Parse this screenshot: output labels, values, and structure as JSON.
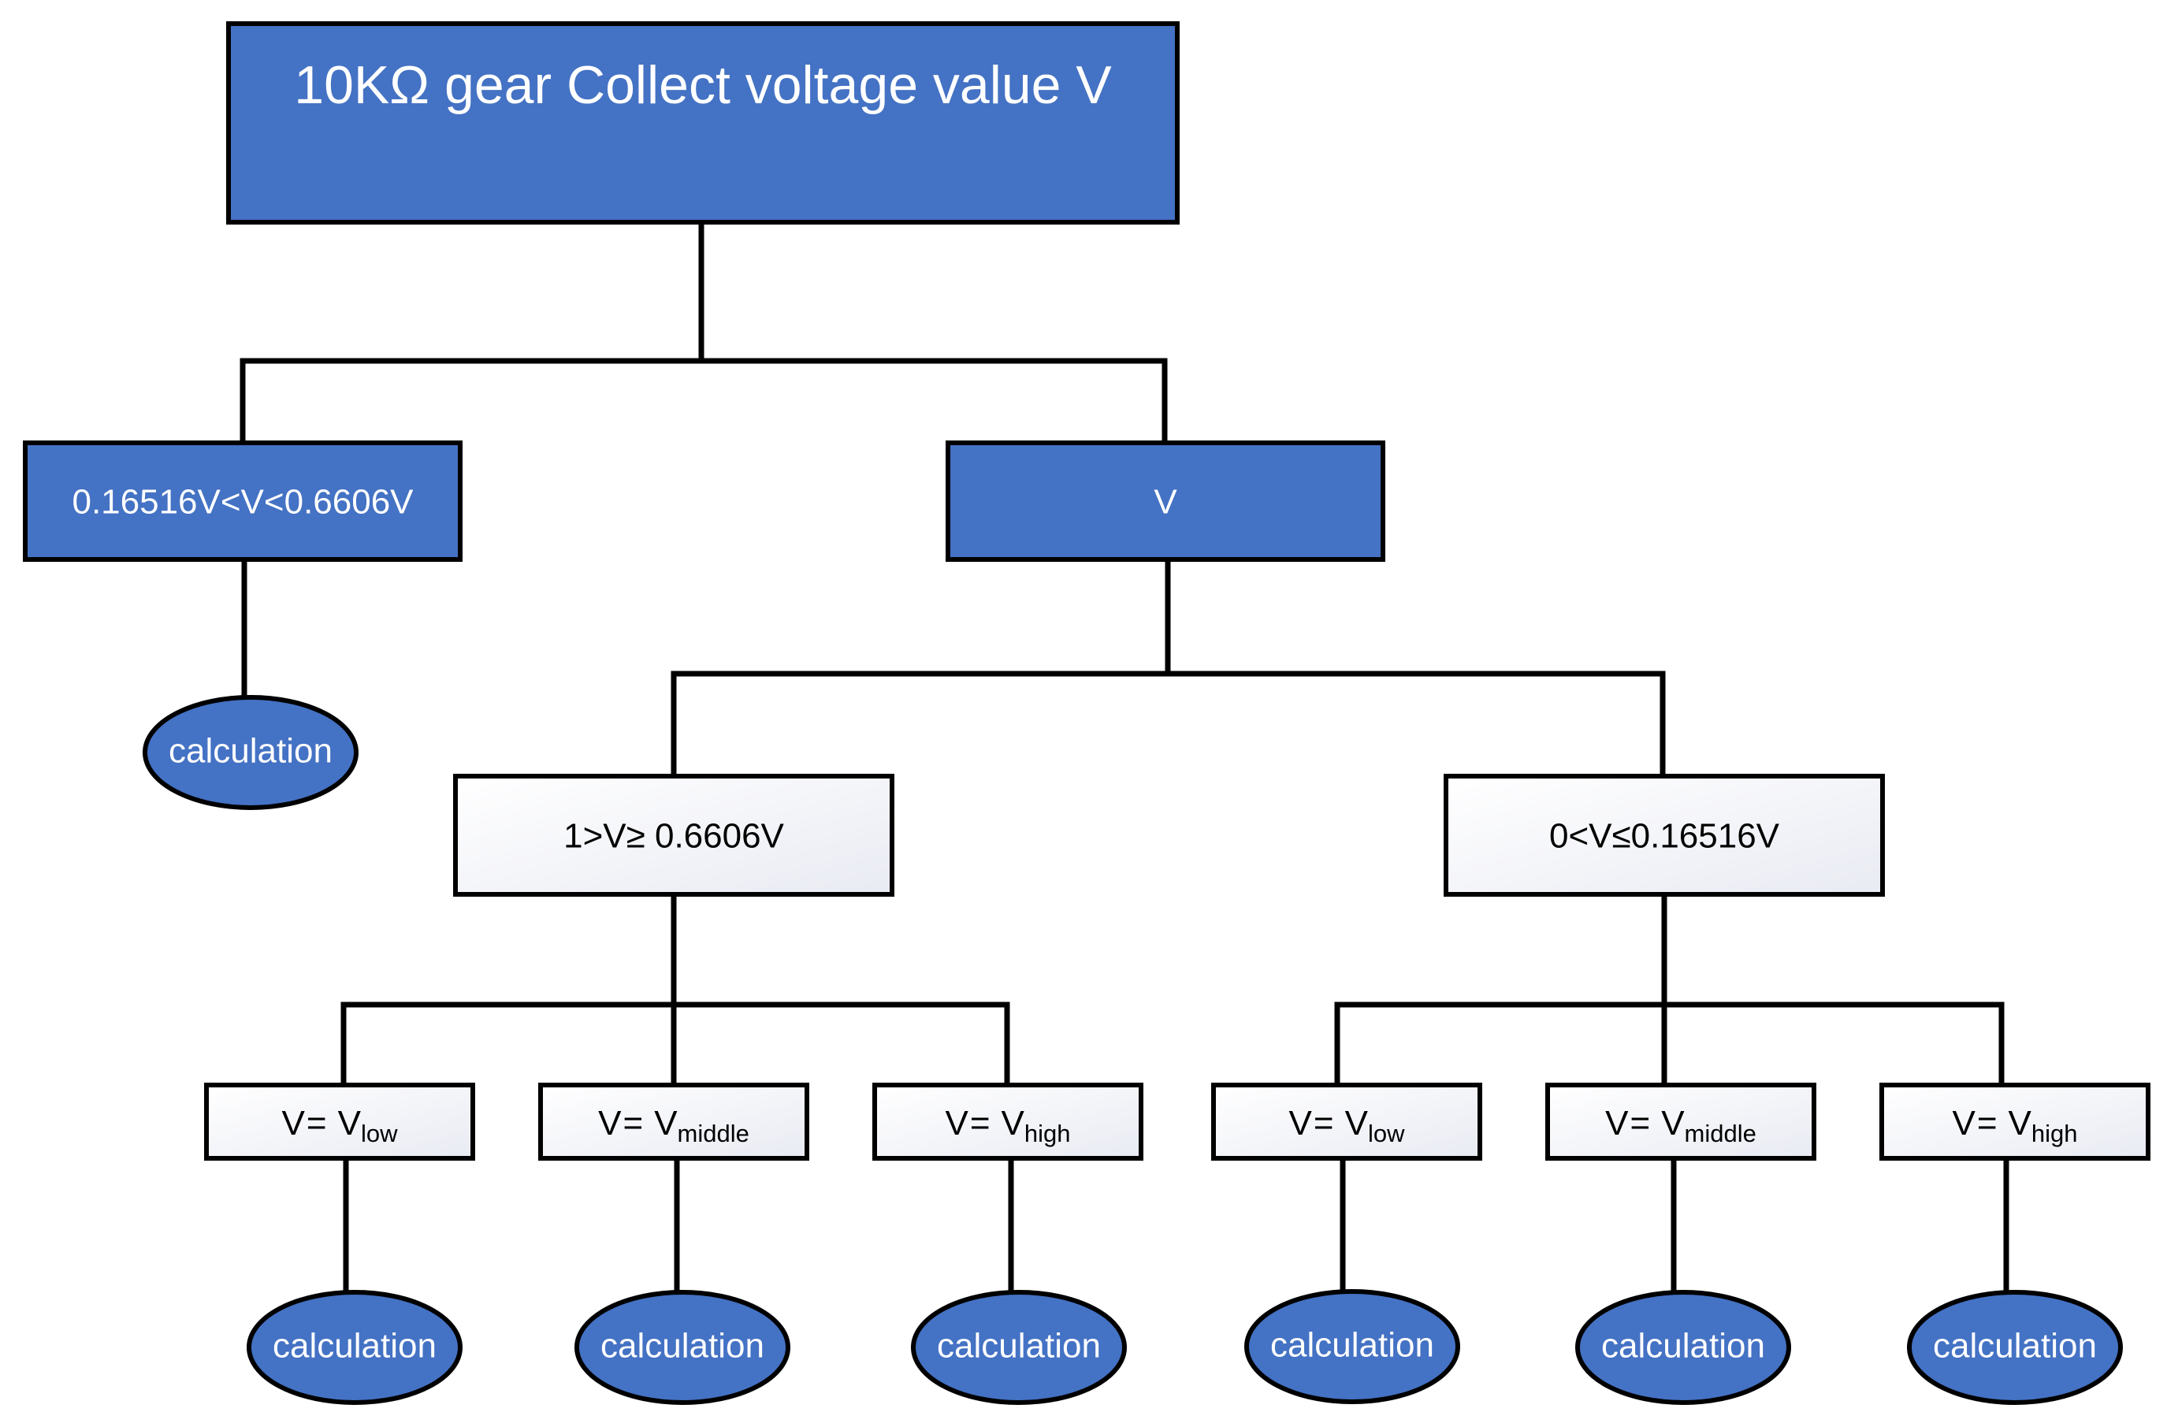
{
  "colors": {
    "node_blue": "#4472c4",
    "stroke": "#000000",
    "node_text_light": "#ffffff",
    "node_text_dark": "#000000"
  },
  "root": {
    "label": "10KΩ gear Collect voltage value V"
  },
  "branch_a": {
    "label": "0.16516V<V<0.6606V",
    "leaf": "calculation"
  },
  "branch_b": {
    "label": "V"
  },
  "branch_b1": {
    "label": "1>V≥ 0.6606V",
    "options": [
      {
        "main": "V",
        "eq": "=",
        "var": "V",
        "sub": "low",
        "leaf": "calculation"
      },
      {
        "main": "V",
        "eq": "=",
        "var": "V",
        "sub": "middle",
        "leaf": "calculation"
      },
      {
        "main": "V",
        "eq": "=",
        "var": "V",
        "sub": "high",
        "leaf": "calculation"
      }
    ]
  },
  "branch_b2": {
    "label": "0<V≤0.16516V",
    "options": [
      {
        "main": "V",
        "eq": "=",
        "var": "V",
        "sub": "low",
        "leaf": "calculation"
      },
      {
        "main": "V",
        "eq": "=",
        "var": "V",
        "sub": "middle",
        "leaf": "calculation"
      },
      {
        "main": "V",
        "eq": "=",
        "var": "V",
        "sub": "high",
        "leaf": "calculation"
      }
    ]
  }
}
